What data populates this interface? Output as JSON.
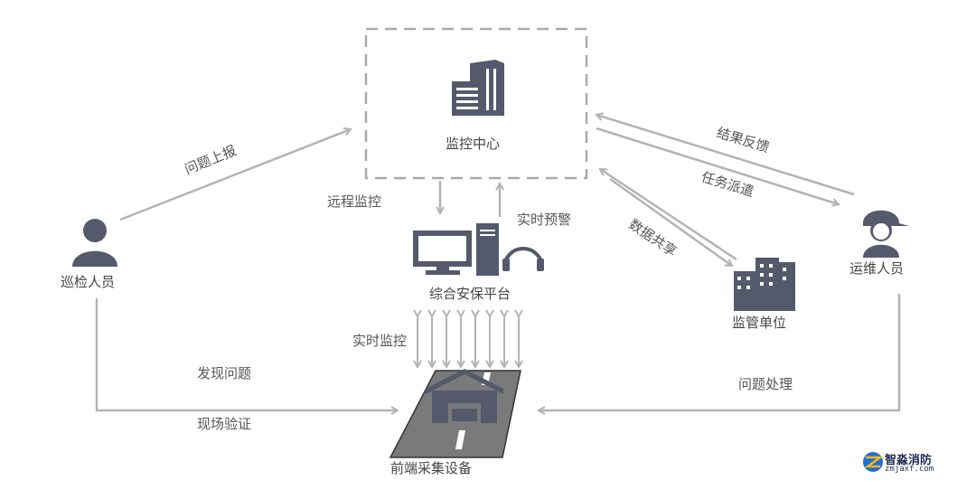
{
  "nodes": {
    "monitor_center": "监控中心",
    "platform": "综合安保平台",
    "inspector": "巡检人员",
    "maintainer": "运维人员",
    "supervisor": "监管单位",
    "frontend": "前端采集设备"
  },
  "edges": {
    "report": "问题上报",
    "remote": "远程监控",
    "alarm": "实时预警",
    "realtime": "实时监控",
    "feedback": "结果反馈",
    "dispatch": "任务派遣",
    "share": "数据共享",
    "discover": "发现问题",
    "verify": "现场验证",
    "handle": "问题处理"
  },
  "watermark": {
    "name": "智淼消防",
    "url": "zmjaxf.com"
  },
  "colors": {
    "icon": "#545a6b",
    "arrow": "#b3b3b3",
    "dash": "#a9a9a9",
    "road": "#7a7a7a"
  }
}
